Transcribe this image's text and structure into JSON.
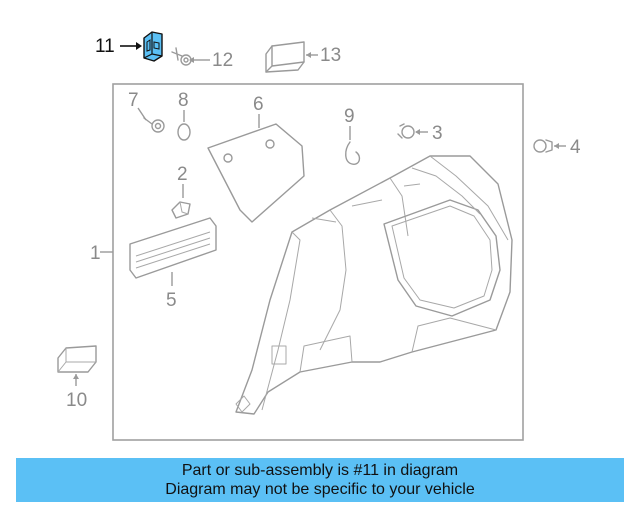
{
  "callouts": {
    "c1": "1",
    "c2": "2",
    "c3": "3",
    "c4": "4",
    "c5": "5",
    "c6": "6",
    "c7": "7",
    "c8": "8",
    "c9": "9",
    "c10": "10",
    "c11": "11",
    "c12": "12",
    "c13": "13"
  },
  "highlight": {
    "part": "11",
    "color": "#5bc0f5"
  },
  "banner": {
    "line1": "Part or sub-assembly is #11 in diagram",
    "line2": "Diagram may not be specific to your vehicle",
    "color": "#5bc0f5"
  }
}
